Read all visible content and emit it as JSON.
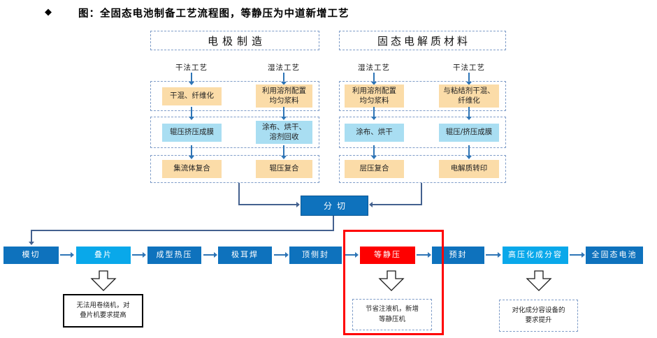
{
  "title": {
    "bullet": "◆",
    "text": "图：全固态电池制备工艺流程图，等静压为中道新增工艺"
  },
  "sections": [
    {
      "header": "电极制造",
      "columns": [
        {
          "process_label": "干法工艺",
          "steps": [
            "干混、纤维化",
            "辊压挤压成膜",
            "集流体复合"
          ]
        },
        {
          "process_label": "湿法工艺",
          "steps": [
            "利用溶剂配置\n均匀浆料",
            "涂布、烘干、\n溶剂回收",
            "辊压复合"
          ]
        }
      ]
    },
    {
      "header": "固态电解质材料",
      "columns": [
        {
          "process_label": "湿法工艺",
          "steps": [
            "利用溶剂配置\n均匀浆料",
            "涂布、烘干",
            "层压复合"
          ]
        },
        {
          "process_label": "干法工艺",
          "steps": [
            "与粘结剂干混、\n纤维化",
            "辊压/挤压成膜",
            "电解质转印"
          ]
        }
      ]
    }
  ],
  "merge_node": {
    "label": "分切"
  },
  "bottom_flow": [
    {
      "label": "模切",
      "style": "dark"
    },
    {
      "label": "叠片",
      "style": "cyan"
    },
    {
      "label": "成型热压",
      "style": "dark"
    },
    {
      "label": "极耳焊",
      "style": "dark"
    },
    {
      "label": "顶侧封",
      "style": "dark"
    },
    {
      "label": "等静压",
      "style": "red",
      "highlighted": true
    },
    {
      "label": "预封",
      "style": "dark"
    },
    {
      "label": "高压化成分容",
      "style": "cyan"
    },
    {
      "label": "全固态电池",
      "style": "dark"
    }
  ],
  "annotations": [
    {
      "under": "叠片",
      "text": "无法用卷绕机，对\n叠片机要求提高",
      "box_style": "solid-black"
    },
    {
      "under": "等静压",
      "text": "节省注液机，新增\n等静压机",
      "box_style": "dashed"
    },
    {
      "under": "高压化成分容",
      "text": "对化成分容设备的\n要求提升",
      "box_style": "dashed"
    }
  ],
  "colors": {
    "dark_blue": "#0E72BD",
    "cyan_blue": "#09A8EA",
    "red_box": "#FE0000",
    "orange_step": "#FBDCA8",
    "blue_step": "#A9DEF2",
    "dashed_border": "#7E9CC8",
    "arrow_blue": "#2E75B6",
    "connector_line": "#44618F",
    "highlight_red": "#FF0000"
  }
}
